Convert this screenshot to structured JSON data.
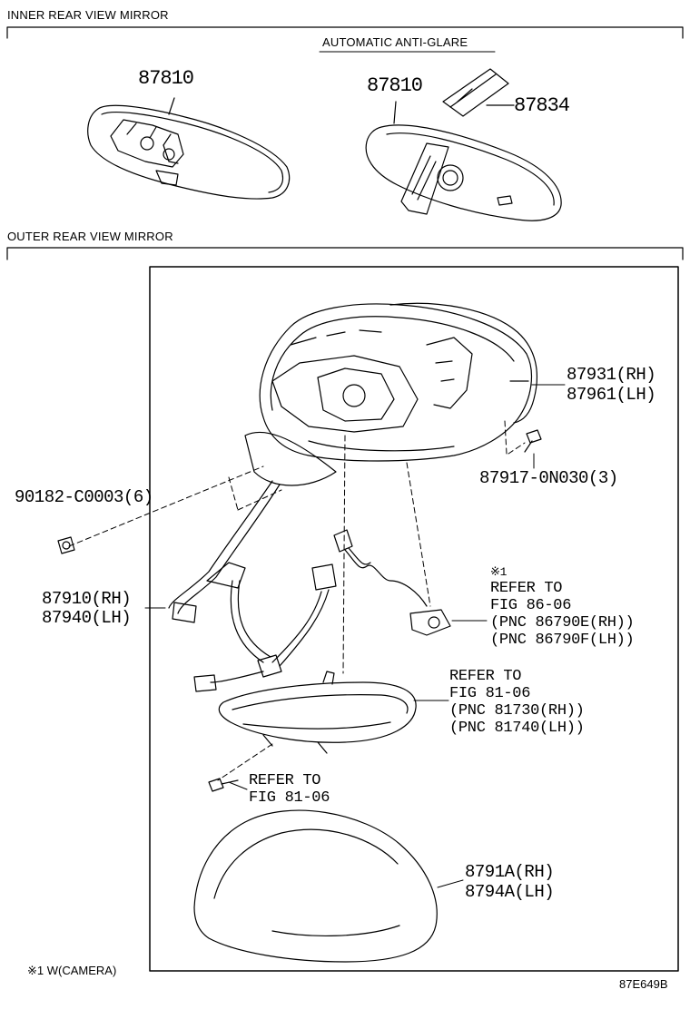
{
  "sections": {
    "inner": "INNER REAR VIEW MIRROR",
    "outer": "OUTER REAR VIEW MIRROR",
    "auto_antiglare": "AUTOMATIC ANTI-GLARE"
  },
  "parts": {
    "p87810_a": "87810",
    "p87810_b": "87810",
    "p87834": "87834",
    "p87931": "87931(RH)",
    "p87961": "87961(LH)",
    "p87917": "87917-0N030(3)",
    "p90182": "90182-C0003(6)",
    "p87910": "87910(RH)",
    "p87940": "87940(LH)",
    "p8791A": "8791A(RH)",
    "p8794A": "8794A(LH)"
  },
  "refs": {
    "camera": {
      "mark": "※1",
      "lines": [
        "REFER TO",
        "FIG 86-06",
        "(PNC 86790E(RH))",
        "(PNC 86790F(LH))"
      ]
    },
    "turn_lamp": {
      "lines": [
        "REFER TO",
        "FIG 81-06",
        "(PNC 81730(RH))",
        "(PNC 81740(LH))"
      ]
    },
    "screw": {
      "lines": [
        "REFER TO",
        "FIG 81-06"
      ]
    }
  },
  "footnote": "※1 W(CAMERA)",
  "diagram_id": "87E649B"
}
